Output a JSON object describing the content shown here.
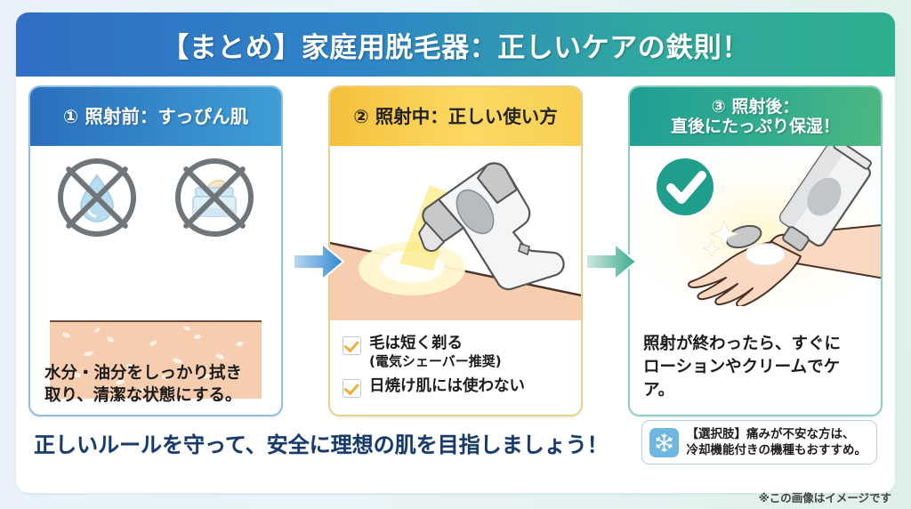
{
  "header": {
    "title": "【まとめ】家庭用脱毛器：正しいケアの鉄則！",
    "gradient_from": "#2f6fc4",
    "gradient_to": "#2fae8e"
  },
  "panels": [
    {
      "id": "before",
      "heading": "① 照射前：すっぴん肌",
      "heading_color": "#2a6fbd",
      "body": "水分・油分をしっかり拭き\n取り、清潔な状態にする。",
      "icons": [
        "no-water-icon",
        "no-cream-jar-icon"
      ]
    },
    {
      "id": "during",
      "heading": "② 照射中：正しい使い方",
      "heading_color": "#f5c03a",
      "icons": [
        "hair-removal-device-icon",
        "light-flash-icon"
      ],
      "checklist": [
        {
          "main": "毛は短く剃る",
          "sub": "(電気シェーバー推奨)"
        },
        {
          "main": "日焼け肌には使わない",
          "sub": ""
        }
      ]
    },
    {
      "id": "after",
      "heading_line1": "③ 照射後：",
      "heading_line2": "直後にたっぷり保湿！",
      "heading_color": "#1f9e94",
      "body": "照射が終わったら、すぐに\nローションやクリームでケア。",
      "icons": [
        "green-check-icon",
        "lotion-tube-icon",
        "hand-icon",
        "sparkle-icon"
      ]
    }
  ],
  "arrows": [
    {
      "name": "arrow-step1-to-step2",
      "color": "#2f86d0"
    },
    {
      "name": "arrow-step2-to-step3",
      "color": "#3aab8e"
    }
  ],
  "footer": {
    "slogan": "正しいルールを守って、安全に理想の肌を目指しましょう！",
    "slogan_color": "#173a6b",
    "note": {
      "icon": "snowflake-icon",
      "icon_color": "#6fb6e0",
      "line1": "【選択肢】痛みが不安な方は、",
      "line2": "冷却機能付きの機種もおすすめ。"
    },
    "disclaimer": "※この画像はイメージです"
  }
}
